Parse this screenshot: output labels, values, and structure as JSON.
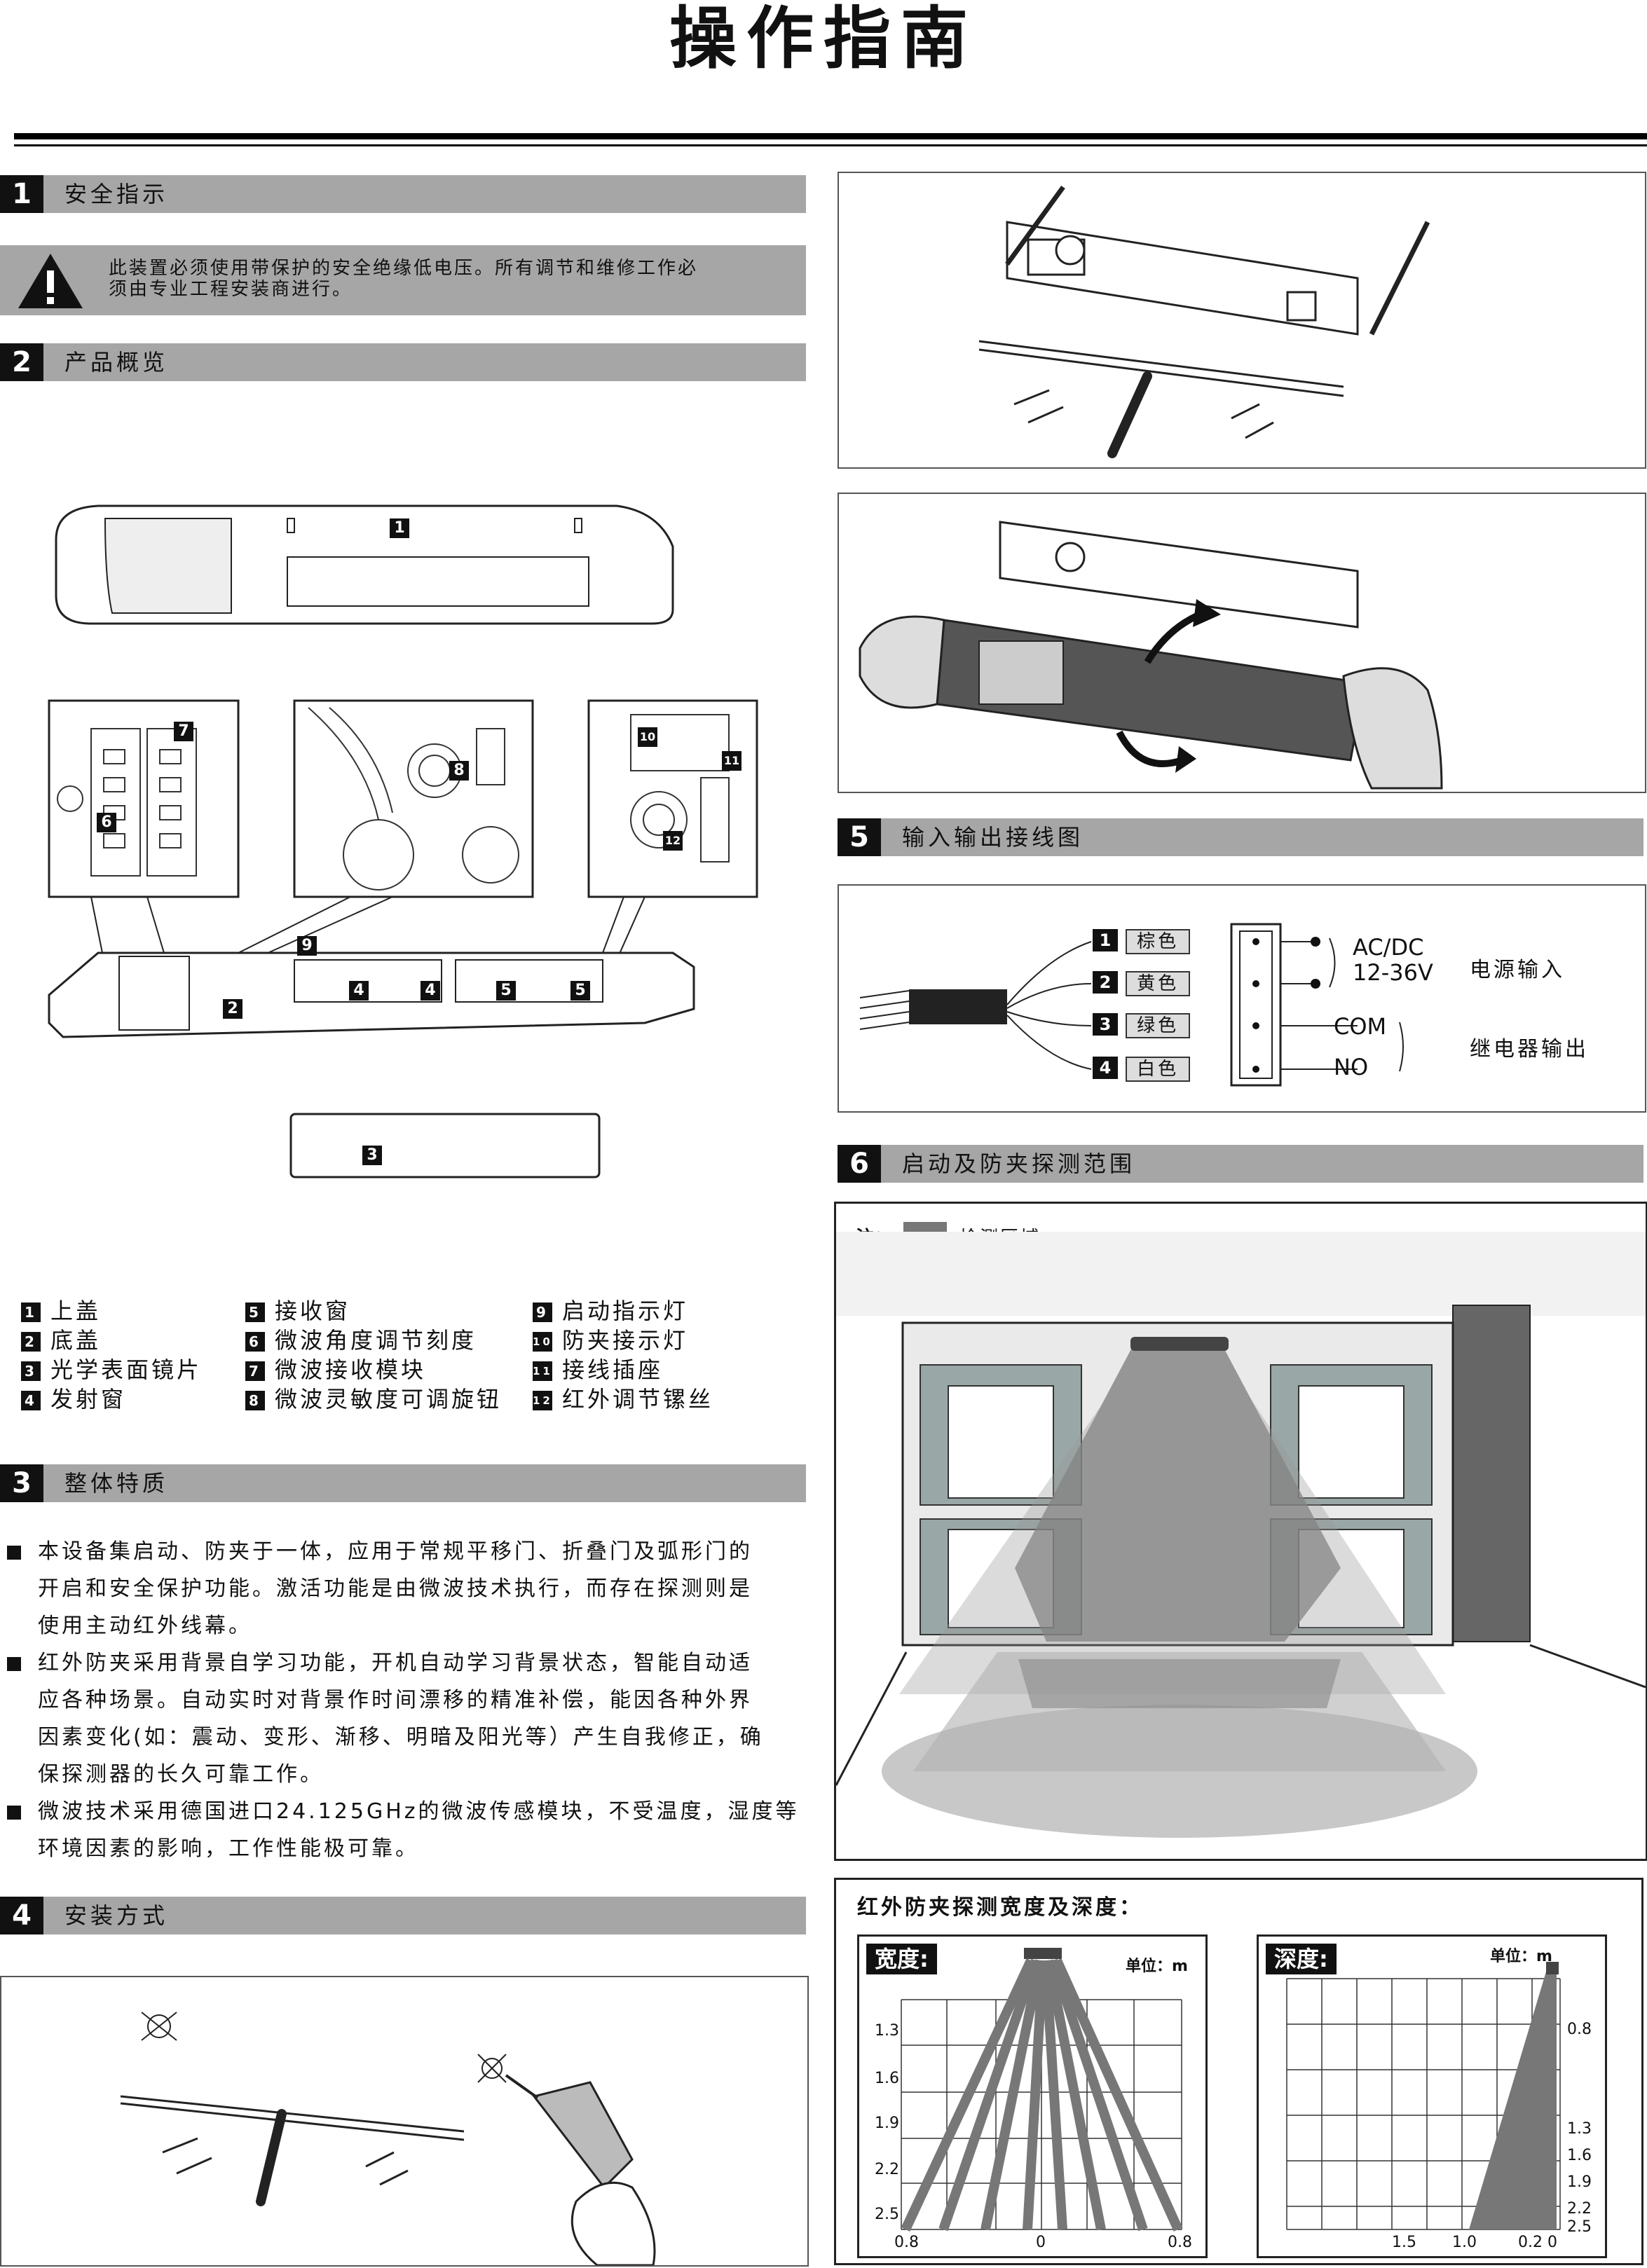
{
  "title": "操作指南",
  "sections": {
    "s1": {
      "num": "1",
      "label": "安全指示"
    },
    "s2": {
      "num": "2",
      "label": "产品概览"
    },
    "s3": {
      "num": "3",
      "label": "整体特质"
    },
    "s4": {
      "num": "4",
      "label": "安装方式"
    },
    "s5": {
      "num": "5",
      "label": "输入输出接线图"
    },
    "s6": {
      "num": "6",
      "label": "启动及防夹探测范围"
    }
  },
  "warning": {
    "line1": "此装置必须使用带保护的安全绝缘低电压。所有调节和维修工作必",
    "line2": "须由专业工程安装商进行。"
  },
  "diagram_tags": [
    "1",
    "2",
    "3",
    "4",
    "4",
    "5",
    "5",
    "6",
    "7",
    "8",
    "9",
    "10",
    "11",
    "12"
  ],
  "parts": [
    {
      "k": "1",
      "label": "上盖"
    },
    {
      "k": "2",
      "label": "底盖"
    },
    {
      "k": "3",
      "label": "光学表面镜片"
    },
    {
      "k": "4",
      "label": "发射窗"
    },
    {
      "k": "5",
      "label": "接收窗"
    },
    {
      "k": "6",
      "label": "微波角度调节刻度"
    },
    {
      "k": "7",
      "label": "微波接收模块"
    },
    {
      "k": "8",
      "label": "微波灵敏度可调旋钮"
    },
    {
      "k": "9",
      "label": "启动指示灯"
    },
    {
      "k": "10",
      "label": "防夹接示灯"
    },
    {
      "k": "11",
      "label": "接线插座"
    },
    {
      "k": "12",
      "label": "红外调节镙丝"
    }
  ],
  "features": [
    {
      "l1": "本设备集启动、防夹于一体，应用于常规平移门、折叠门及弧形门的",
      "l2": "开启和安全保护功能。激活功能是由微波技术执行，而存在探测则是",
      "l3": "使用主动红外线幕。",
      "l4": ""
    },
    {
      "l1": "红外防夹采用背景自学习功能，开机自动学习背景状态，智能自动适",
      "l2": "应各种场景。自动实时对背景作时间漂移的精准补偿，能因各种外界",
      "l3": "因素变化(如：震动、变形、渐移、明暗及阳光等）产生自我修正，确",
      "l4": "保探测器的长久可靠工作。"
    },
    {
      "l1": "微波技术采用德国进口24.125GHz的微波传感模块，不受温度，湿度等",
      "l2": "环境因素的影响，工作性能极可靠。",
      "l3": "",
      "l4": ""
    }
  ],
  "wiring": {
    "wires": [
      {
        "k": "1",
        "color": "棕色"
      },
      {
        "k": "2",
        "color": "黄色"
      },
      {
        "k": "3",
        "color": "绿色"
      },
      {
        "k": "4",
        "color": "白色"
      }
    ],
    "power_spec1": "AC/DC",
    "power_spec2": "12-36V",
    "power_label": "电源输入",
    "relay_com": "COM",
    "relay_no": "NO",
    "relay_label": "继电器输出"
  },
  "range": {
    "note_prefix": "注：",
    "note_label": "检测区域"
  },
  "ir": {
    "title": "红外防夹探测宽度及深度：",
    "width_label": "宽度:",
    "depth_label": "深度:",
    "unit": "单位：m",
    "width_y_ticks": [
      "1.3",
      "1.6",
      "1.9",
      "2.2",
      "2.5"
    ],
    "width_x_ticks": [
      "0.8",
      "0",
      "0.8"
    ],
    "depth_right_ticks": [
      "0.8",
      "1.3",
      "1.6",
      "1.9",
      "2.2",
      "2.5"
    ],
    "depth_x_ticks": [
      "1.5",
      "1.0",
      "0.2",
      "0"
    ]
  }
}
